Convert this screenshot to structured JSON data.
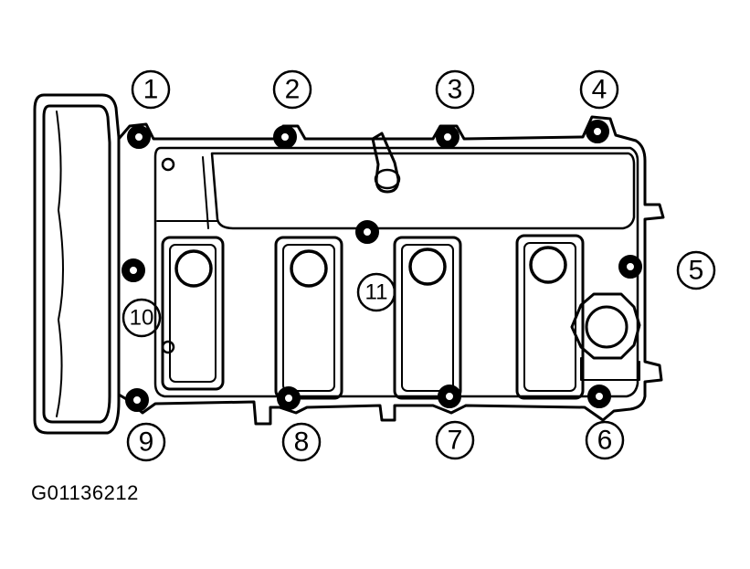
{
  "figure_id": "G01136212",
  "bolt_labels": [
    "1",
    "2",
    "3",
    "4",
    "5",
    "6",
    "7",
    "8",
    "9",
    "10",
    "11"
  ]
}
